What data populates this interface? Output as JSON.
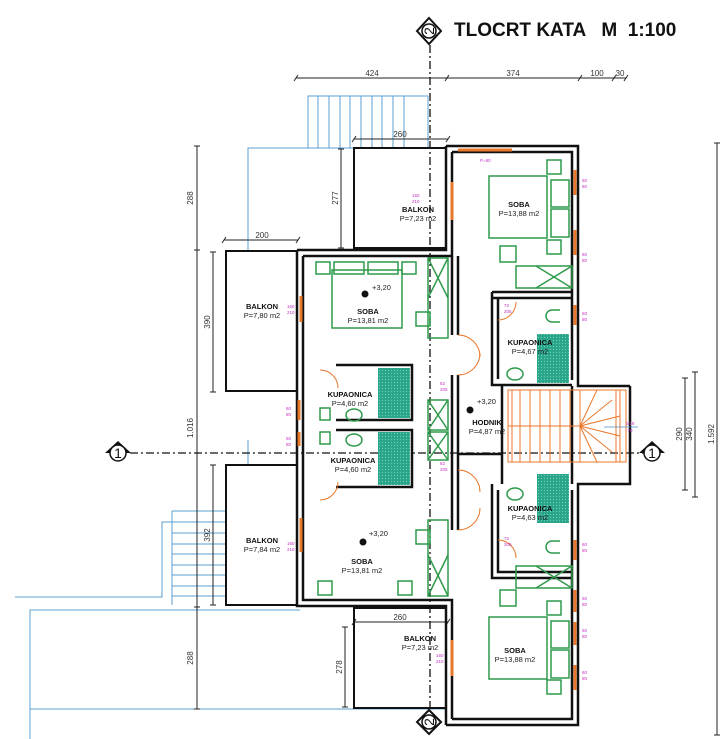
{
  "title": "TLOCRT KATA   M  1:100",
  "axes": {
    "axis1_label": "1",
    "axis2_label": "2"
  },
  "dimensions": {
    "top": [
      "424",
      "374",
      "100",
      "30"
    ],
    "top_balcony_width": "260",
    "left_balcony_width": "200",
    "bottom_balcony_width": "260",
    "left_outer": [
      "288",
      "1.016",
      "288"
    ],
    "left_inner": [
      "277",
      "390",
      "392",
      "278"
    ],
    "right": [
      "290",
      "340",
      "1.592"
    ]
  },
  "rooms": [
    {
      "id": "balkon-top",
      "name": "BALKON",
      "area": "P=7,23 m2"
    },
    {
      "id": "balkon-left-upper",
      "name": "BALKON",
      "area": "P=7,80 m2"
    },
    {
      "id": "balkon-left-lower",
      "name": "BALKON",
      "area": "P=7,84 m2"
    },
    {
      "id": "balkon-bottom",
      "name": "BALKON",
      "area": "P=7,23 m2"
    },
    {
      "id": "soba-left-upper",
      "name": "SOBA",
      "area": "P=13,81 m2",
      "level": "+3,20"
    },
    {
      "id": "soba-left-lower",
      "name": "SOBA",
      "area": "P=13,81 m2",
      "level": "+3,20"
    },
    {
      "id": "soba-right-upper",
      "name": "SOBA",
      "area": "P=13,88 m2"
    },
    {
      "id": "soba-right-lower",
      "name": "SOBA",
      "area": "P=13,88 m2"
    },
    {
      "id": "kupaonica-left-upper",
      "name": "KUPAONICA",
      "area": "P=4,60 m2"
    },
    {
      "id": "kupaonica-left-lower",
      "name": "KUPAONICA",
      "area": "P=4,60 m2"
    },
    {
      "id": "kupaonica-right-upper",
      "name": "KUPAONICA",
      "area": "P=4,67 m2"
    },
    {
      "id": "kupaonica-right-lower",
      "name": "KUPAONICA",
      "area": "P=4,63 m2"
    },
    {
      "id": "hodnik",
      "name": "HODNIK",
      "area": "P=4,87 m2",
      "level": "+3,20"
    }
  ],
  "openings": {
    "balcony_door": [
      "160",
      "210"
    ],
    "bath_door": [
      "72",
      "205"
    ],
    "hall_door": [
      "82",
      "205"
    ],
    "window": [
      "60",
      "80"
    ],
    "stair": [
      "2/19",
      "70"
    ],
    "top_window": [
      "P=90"
    ]
  },
  "colors": {
    "wall": "#111111",
    "furniture": "#2e9a4a",
    "tile": "#2aa58a",
    "door": "#e8772a",
    "dim_blue": "#4a90c8",
    "annotation": "#c030c0"
  }
}
